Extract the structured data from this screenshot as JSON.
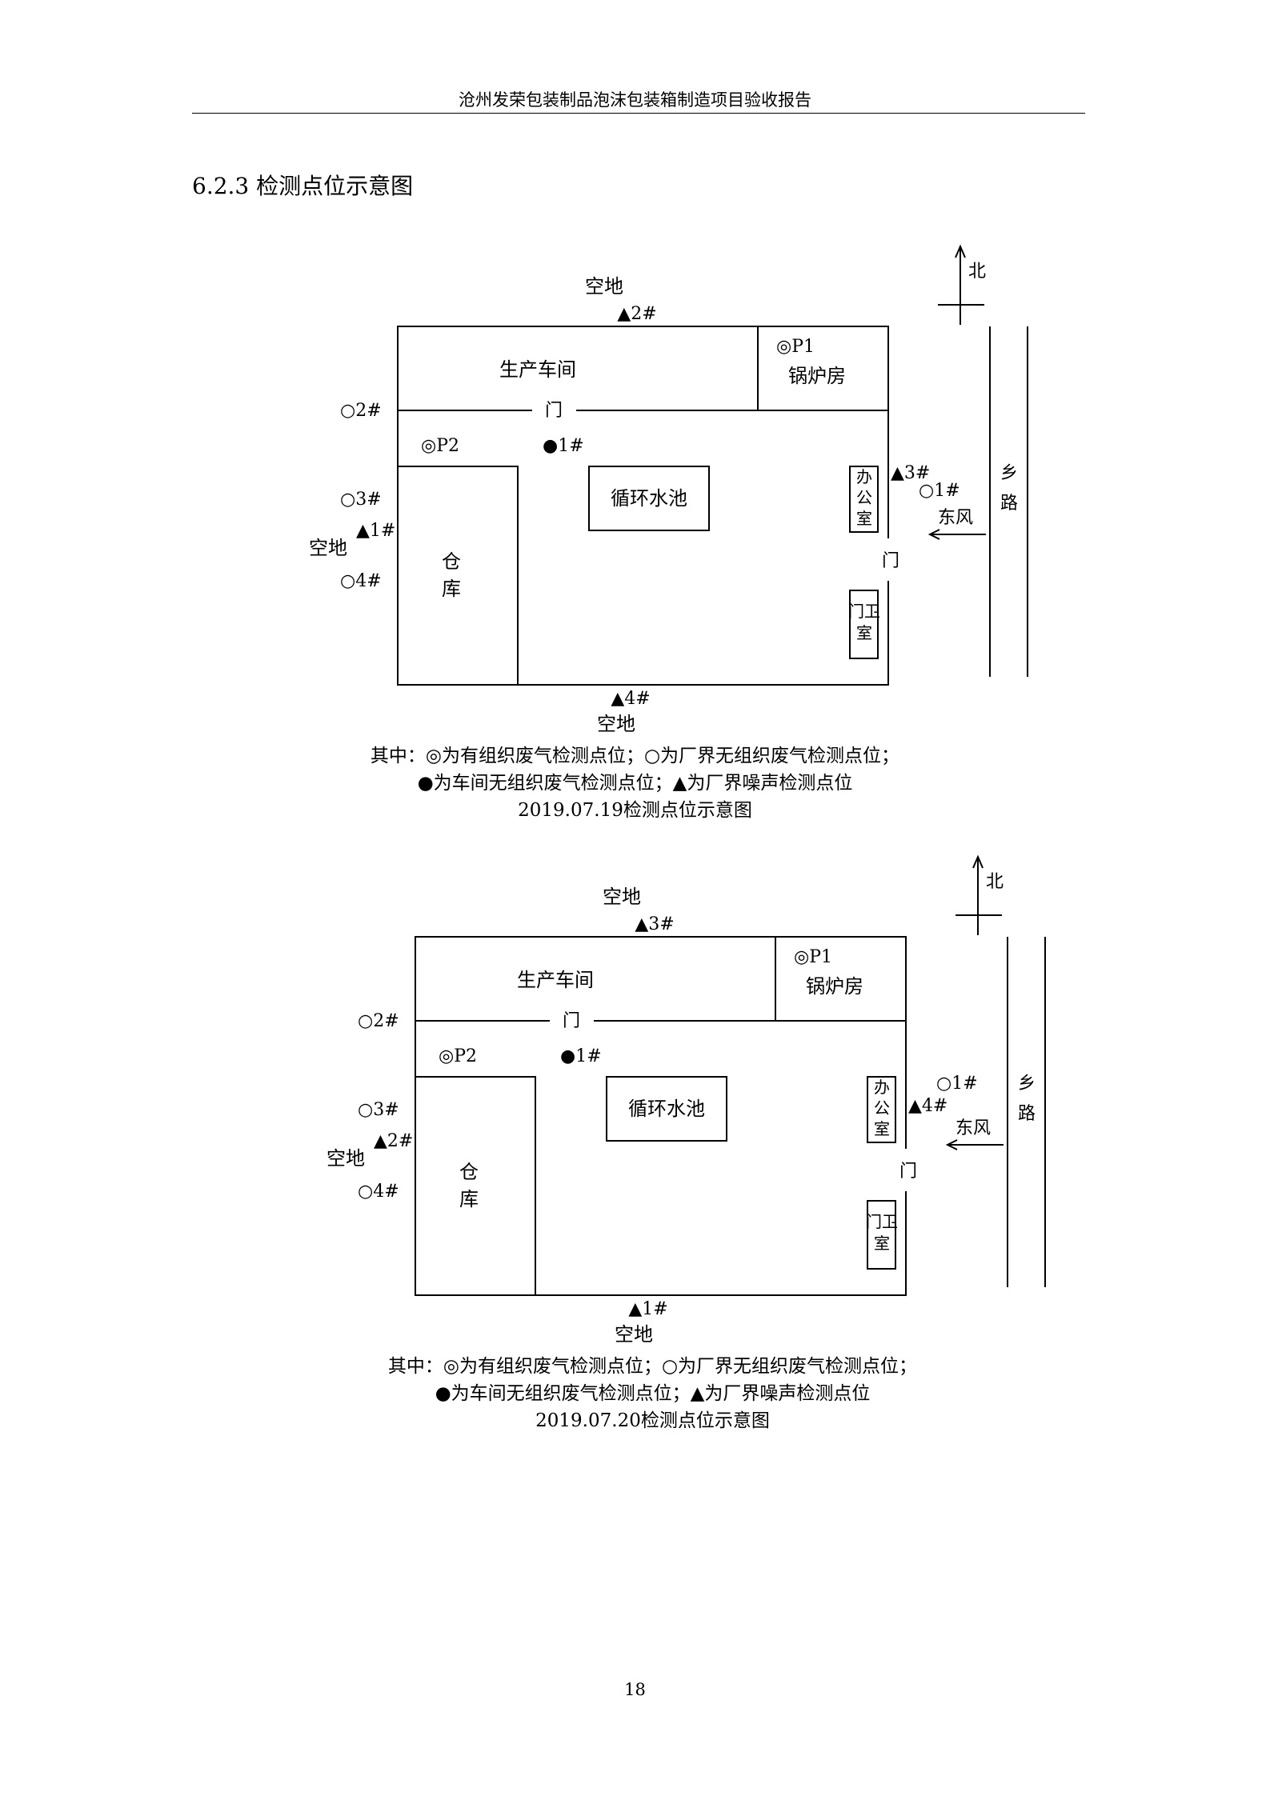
{
  "header": {
    "title": "沧州发荣包装制品泡沫包装箱制造项目验收报告"
  },
  "section": {
    "title": "6.2.3  检测点位示意图"
  },
  "page_number": "18",
  "labels": {
    "north": "北",
    "open_space": "空地",
    "workshop": "生产车间",
    "boiler_room": "锅炉房",
    "gate": "门",
    "warehouse_a": "仓",
    "warehouse_b": "库",
    "pool": "循环水池",
    "office_a": "办",
    "office_b": "公",
    "office_c": "室",
    "guard_a": "门卫",
    "guard_b": "室",
    "road_a": "乡",
    "road_b": "路",
    "wind": "东风"
  },
  "maps": [
    {
      "date": "2019.07.19",
      "points": {
        "organized_p1": "◎P1",
        "organized_p2": "◎P2",
        "boundary_2": "○2#",
        "boundary_3": "○3#",
        "boundary_4": "○4#",
        "boundary_1": "○1#",
        "workshop_1": "●1#",
        "noise_top": "▲2#",
        "noise_left": "▲1#",
        "noise_right": "▲3#",
        "noise_bottom": "▲4#"
      },
      "legend_line1": "其中：◎为有组织废气检测点位；○为厂界无组织废气检测点位；",
      "legend_line2": "●为车间无组织废气检测点位；▲为厂界噪声检测点位",
      "caption": "2019.07.19检测点位示意图"
    },
    {
      "date": "2019.07.20",
      "points": {
        "organized_p1": "◎P1",
        "organized_p2": "◎P2",
        "boundary_2": "○2#",
        "boundary_3": "○3#",
        "boundary_4": "○4#",
        "boundary_1": "○1#",
        "workshop_1": "●1#",
        "noise_top": "▲3#",
        "noise_left": "▲2#",
        "noise_right": "▲4#",
        "noise_bottom": "▲1#"
      },
      "legend_line1": "其中：◎为有组织废气检测点位；○为厂界无组织废气检测点位；",
      "legend_line2": "●为车间无组织废气检测点位；▲为厂界噪声检测点位",
      "caption": "2019.07.20检测点位示意图"
    }
  ]
}
